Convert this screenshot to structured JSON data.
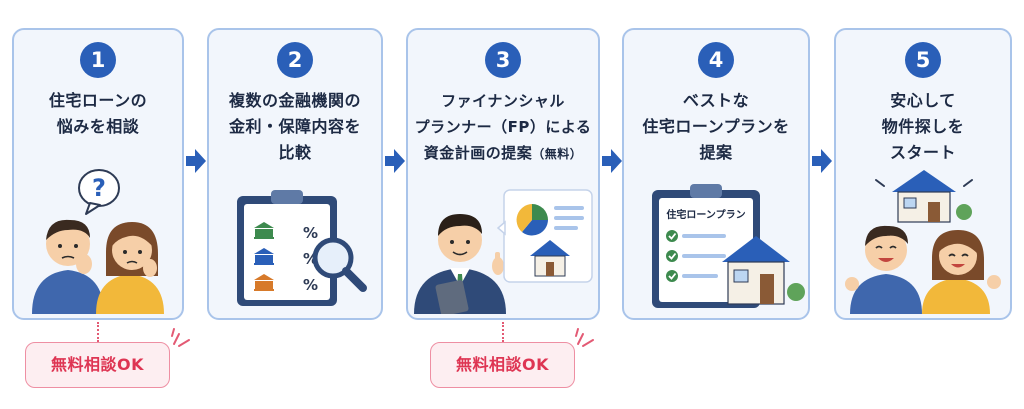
{
  "steps": [
    {
      "number": "1",
      "lines": [
        "住宅ローンの",
        "悩みを相談"
      ]
    },
    {
      "number": "2",
      "lines": [
        "複数の金融機関の",
        "金利・保障内容を",
        "比較"
      ]
    },
    {
      "number": "3",
      "lines": [
        "ファイナンシャル",
        "プランナー（FP）による",
        "資金計画の提案"
      ],
      "note": "（無料）"
    },
    {
      "number": "4",
      "lines": [
        "ベストな",
        "住宅ローンプランを",
        "提案"
      ]
    },
    {
      "number": "5",
      "lines": [
        "安心して",
        "物件探しを",
        "スタート"
      ]
    }
  ],
  "step1_icon": "question-mark",
  "step2_rows": [
    "%",
    "%",
    "%"
  ],
  "step4_doc_title": "住宅ローンプラン",
  "badges": [
    {
      "text": "無料相談OK",
      "step": "1"
    },
    {
      "text": "無料相談OK",
      "step": "3"
    }
  ],
  "colors": {
    "accent": "#2a5fb8",
    "card_border": "#a9c4ea",
    "badge_text": "#de3553"
  }
}
